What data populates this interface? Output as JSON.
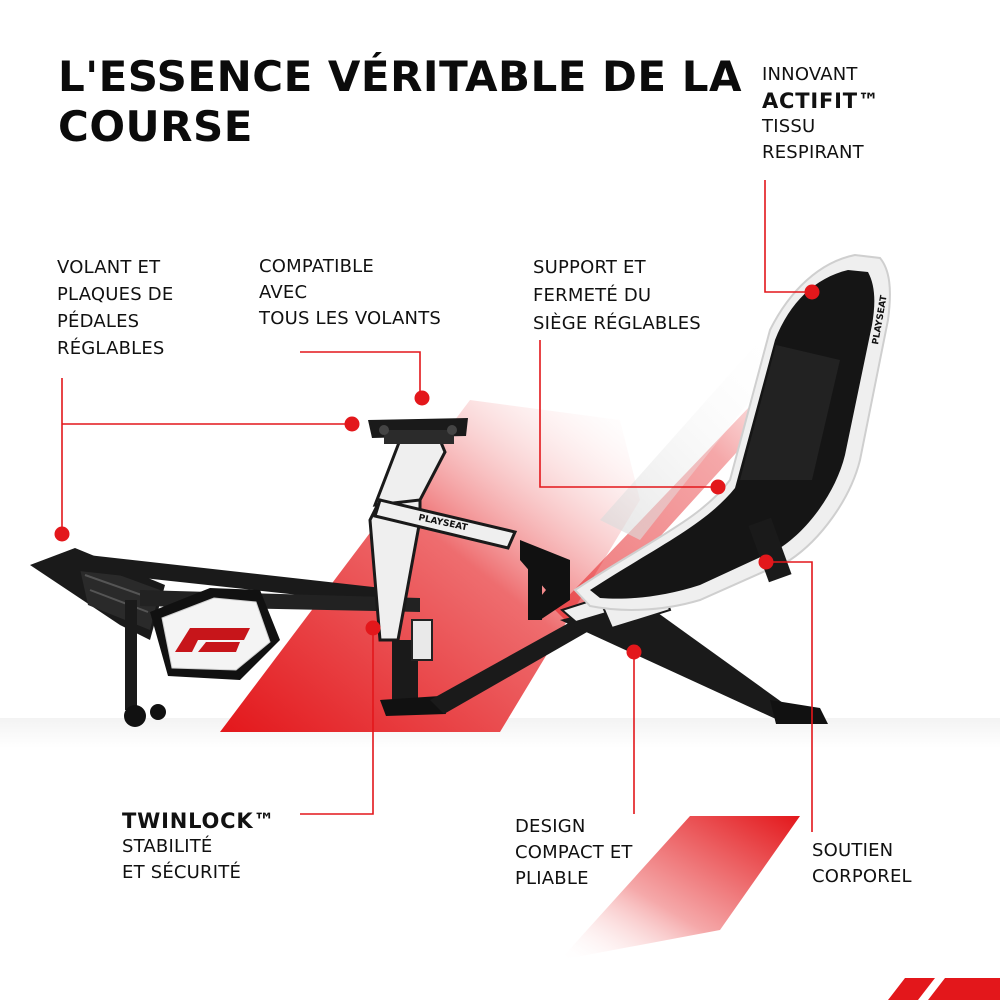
{
  "headline": {
    "line1": "L'ESSENCE VÉRITABLE DE LA",
    "line2": "COURSE"
  },
  "callouts": {
    "actifit": {
      "line1": "INNOVANT",
      "brand": "ACTIFIT™",
      "line3": "TISSU",
      "line4": "RESPIRANT"
    },
    "volant": {
      "line1": "VOLANT ET",
      "line2": "PLAQUES DE",
      "line3": "PÉDALES",
      "line4": "RÉGLABLES"
    },
    "compatible": {
      "line1": "COMPATIBLE",
      "line2": "AVEC",
      "line3": "TOUS LES VOLANTS"
    },
    "support": {
      "line1": "SUPPORT ET",
      "line2": "FERMETÉ DU",
      "line3": "SIÈGE RÉGLABLES"
    },
    "twinlock": {
      "brand": "TWINLOCK™",
      "line2": "STABILITÉ",
      "line3": "ET SÉCURITÉ"
    },
    "design": {
      "line1": "DESIGN",
      "line2": "COMPACT ET",
      "line3": "PLIABLE"
    },
    "soutien": {
      "line1": "SOUTIEN",
      "line2": "CORPOREL"
    }
  },
  "product": {
    "brand_logo_text": "PLAYSEAT",
    "badge_logo_text": "F1"
  },
  "colors": {
    "accent": "#e3171b",
    "frame": "#1a1a1a",
    "frame_white": "#f2f2f2",
    "text": "#111111"
  }
}
